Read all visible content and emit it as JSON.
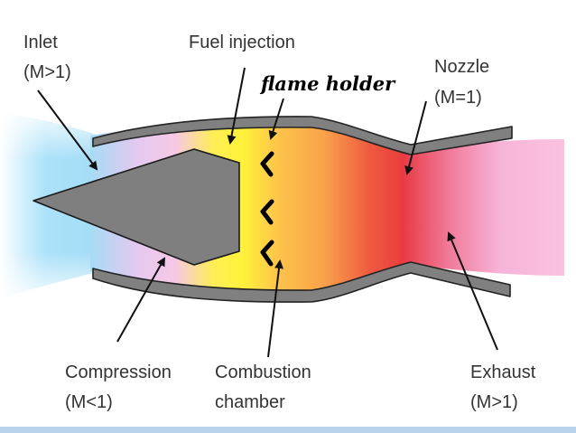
{
  "labels": {
    "inlet": {
      "line1": "Inlet",
      "line2": "(M>1)"
    },
    "fuel_injection": "Fuel injection",
    "flame_holder": "flame holder",
    "nozzle": {
      "line1": "Nozzle",
      "line2": "(M=1)"
    },
    "compression": {
      "line1": "Compression",
      "line2": "(M<1)"
    },
    "combustion": {
      "line1": "Combustion",
      "line2": "chamber"
    },
    "exhaust": {
      "line1": "Exhaust",
      "line2": "(M>1)"
    }
  },
  "colors": {
    "inlet_blue": "#7fd3f7",
    "compression_pink": "#f2c4ea",
    "fuel_yellow": "#ffef3a",
    "combustion_orange": "#fbb14a",
    "combustion_red": "#e8323a",
    "exhaust_pink": "#f7b4d8",
    "casing_gray": "#808080",
    "cone_gray": "#7f7f7f",
    "footer_blue": "#b9d3ea"
  }
}
